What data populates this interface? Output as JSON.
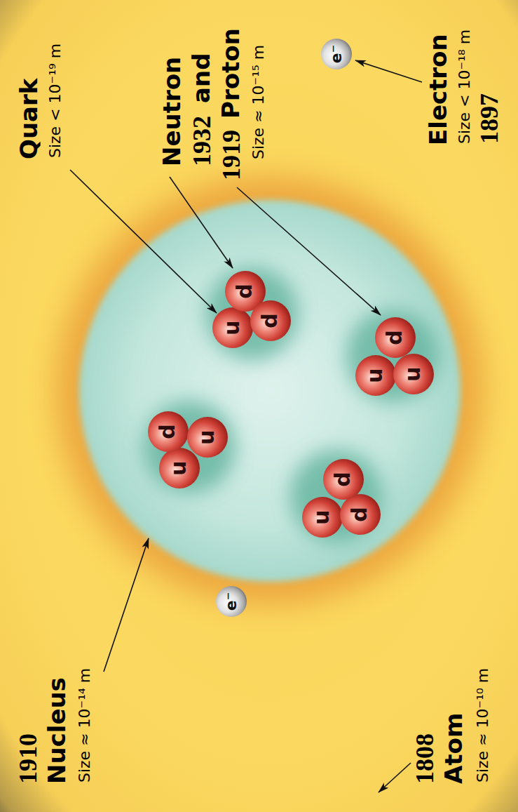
{
  "diagram": {
    "nodes": [
      {
        "text": [
          "u"
        ]
      },
      {
        "text": [
          "d"
        ]
      },
      {
        "text": [
          "u"
        ]
      },
      {
        "text": [
          "u"
        ]
      },
      {
        "text": [
          "d"
        ]
      },
      {
        "text": [
          "d"
        ]
      },
      {
        "text": [
          "u"
        ]
      },
      {
        "text": [
          "d"
        ]
      },
      {
        "text": [
          "d"
        ]
      },
      {
        "text": [
          "u"
        ]
      },
      {
        "text": [
          "u"
        ]
      },
      {
        "text": [
          "d"
        ]
      },
      {
        "text": [
          "e⁻"
        ]
      },
      {
        "text": [
          "e⁻"
        ]
      }
    ],
    "labels": [
      "Quark",
      "Size < 10⁻¹⁹ m",
      "Electron",
      "Size < 10⁻¹⁸ m",
      "1897",
      "Neutron",
      "1932",
      "and",
      "1919",
      "Proton",
      "Size ≈ 10⁻¹⁵ m",
      "1910",
      "Nucleus",
      "Size ≈ 10⁻¹⁴ m",
      "1808",
      "Atom",
      "Size ≈ 10⁻¹⁰ m"
    ]
  }
}
